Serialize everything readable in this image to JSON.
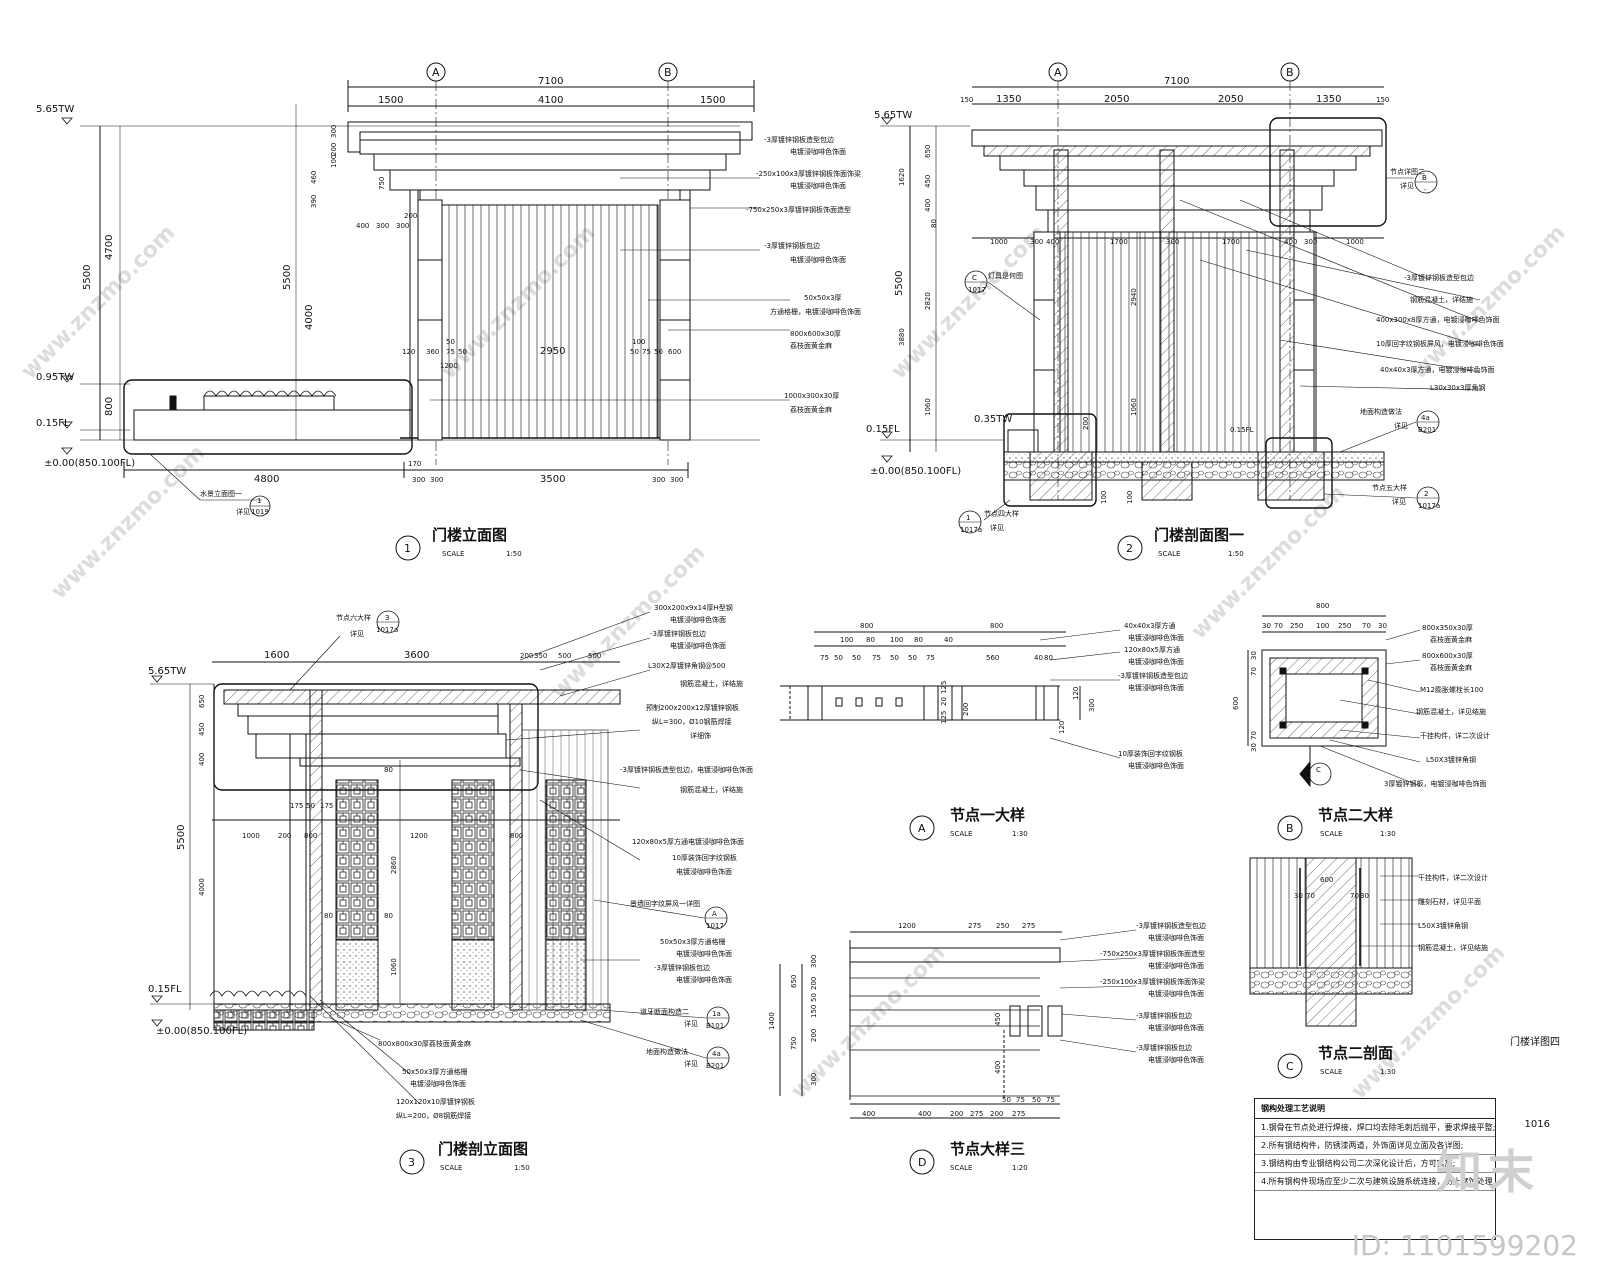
{
  "grid_marks": {
    "a": "A",
    "b": "B"
  },
  "levels": {
    "top": "5.65TW",
    "mid": "0.95TW",
    "fl": "0.15FL",
    "zero": "±0.00(850.100FL)",
    "tw035": "0.35TW"
  },
  "elevation": {
    "title": "门楼立面图",
    "number": "1",
    "scale_label": "SCALE",
    "scale": "1:50",
    "dims_top": [
      "7100",
      "1500",
      "4100",
      "1500"
    ],
    "dims_bottom": [
      "4800",
      "170",
      "300",
      "300",
      "3500",
      "300",
      "300"
    ],
    "dims_left": [
      "5500",
      "4700",
      "800",
      "5500",
      "4000"
    ],
    "dims_mid": [
      "300",
      "200",
      "100",
      "460",
      "390",
      "750",
      "400",
      "300",
      "300",
      "200",
      "120",
      "360",
      "50",
      "75",
      "50",
      "1200",
      "2950",
      "100",
      "50",
      "75",
      "50",
      "600"
    ],
    "callouts": [
      "-3厚镀锌钢板造型包边",
      "电镀浸咖啡色饰面",
      "-250x100x3厚镀锌钢板饰面饰梁",
      "电镀浸咖啡色饰面",
      "-750x250x3厚镀锌钢板饰面造型",
      "-3厚镀锌钢板包边",
      "电镀浸咖啡色饰面",
      "50x50x3厚",
      "方通格栅，电镀浸咖啡色饰面",
      "800x600x30厚",
      "荔枝面黄金麻",
      "1000x300x30厚",
      "荔枝面黄金麻"
    ],
    "refs": [
      {
        "text": "水景立面图一",
        "sub": "详见",
        "num": "1",
        "sheet": "1019"
      }
    ]
  },
  "section1": {
    "title": "门楼剖面图一",
    "number": "2",
    "scale_label": "SCALE",
    "scale": "1:50",
    "dims_top": [
      "7100",
      "150",
      "1350",
      "2050",
      "2050",
      "1350",
      "150"
    ],
    "dims_row2": [
      "1000",
      "300",
      "400",
      "1700",
      "300",
      "1700",
      "400",
      "300",
      "1000"
    ],
    "dims_left": [
      "650",
      "1620",
      "450",
      "400",
      "80",
      "5500",
      "2820",
      "3880",
      "1060",
      "2940",
      "1060",
      "100",
      "200",
      "100"
    ],
    "callouts": [
      "-3厚镀锌钢板造型包边",
      "钢筋混凝土，详结施",
      "400x300x8厚方通，电镀浸咖啡色饰面",
      "10厚回字纹钢板屏风，电镀浸咖啡色饰面",
      "40x40x3厚方通，电镀浸咖啡色饰面",
      "L30x30x3厚角钢",
      "地面构造做法",
      "详见",
      "节点五大样",
      "详见",
      "节点四大样",
      "详见",
      "节点详图二",
      "详见",
      "灯具是何图",
      "0.15FL"
    ],
    "refs": [
      {
        "num": "4a",
        "sheet": "B201"
      },
      {
        "num": "2",
        "sheet": "1017a"
      },
      {
        "num": "1",
        "sheet": "1017a"
      },
      {
        "num": "B",
        "sheet": "-"
      },
      {
        "num": "C",
        "sheet": "1017"
      }
    ]
  },
  "section2": {
    "title": "门楼剖立面图",
    "number": "3",
    "scale_label": "SCALE",
    "scale": "1:50",
    "dims_top": [
      "1600",
      "3600",
      "200",
      "350",
      "500",
      "500"
    ],
    "dims_row2": [
      "175",
      "50",
      "175",
      "1000",
      "200",
      "800",
      "1200",
      "800"
    ],
    "dims_left": [
      "650",
      "450",
      "400",
      "5500",
      "4000",
      "2860",
      "1060",
      "80",
      "80",
      "80"
    ],
    "callouts": [
      "300x200x9x14厚H型钢",
      "电镀浸咖啡色饰面",
      "-3厚镀锌钢板包边",
      "电镀浸咖啡色饰面",
      "L30X2厚镀锌角钢@500",
      "钢筋混凝土，详结施",
      "预制200x200x12厚镀锌钢板",
      "纵L=300，Ø10钢筋焊接",
      "详细饰",
      "-3厚镀锌钢板造型包边，电镀浸咖啡色饰面",
      "钢筋混凝土，详结施",
      "120x80x5厚方通电镀浸咖啡色饰面",
      "10厚装饰回字纹钢板",
      "电镀浸咖啡色饰面",
      "景墙回字纹屏风一详图",
      "50x50x3厚方通格栅",
      "电镀浸咖啡色饰面",
      "-3厚镀锌钢板包边",
      "电镀浸咖啡色饰面",
      "道牙断面构造二",
      "详见",
      "地面构造做法",
      "详见",
      "800x800x30厚荔枝面黄金麻",
      "50x50x3厚方通格栅",
      "电镀浸咖啡色饰面",
      "120x120x10厚镀锌钢板",
      "纵L=200，Ø8钢筋焊接",
      "节点六大样",
      "详见"
    ],
    "refs": [
      {
        "num": "3",
        "sheet": "1017a"
      },
      {
        "num": "A",
        "sheet": "1017"
      },
      {
        "num": "1a",
        "sheet": "B101"
      },
      {
        "num": "4a",
        "sheet": "B201"
      }
    ]
  },
  "detailA": {
    "title": "节点一大样",
    "number": "A",
    "scale_label": "SCALE",
    "scale": "1:30",
    "dims": [
      "800",
      "800",
      "100",
      "80",
      "100",
      "80",
      "40",
      "75",
      "50",
      "50",
      "75",
      "50",
      "50",
      "75",
      "560",
      "40",
      "80",
      "125",
      "20",
      "125",
      "200",
      "300",
      "120",
      "120"
    ],
    "callouts": [
      "40x40x3厚方通",
      "电镀浸咖啡色饰面",
      "120x80x5厚方通",
      "电镀浸咖啡色饰面",
      "-3厚镀锌钢板造型包边",
      "电镀浸咖啡色饰面",
      "10厚装饰回字纹钢板",
      "电镀浸咖啡色饰面"
    ]
  },
  "detailB": {
    "title": "节点二大样",
    "number": "B",
    "scale_label": "SCALE",
    "scale": "1:30",
    "dims": [
      "800",
      "30",
      "70",
      "250",
      "100",
      "250",
      "70",
      "30",
      "600",
      "30",
      "70",
      "70",
      "30"
    ],
    "callouts": [
      "800x350x30厚",
      "荔枝面黄金麻",
      "800x600x30厚",
      "荔枝面黄金麻",
      "M12膨胀螺栓长100",
      "钢筋混凝土，详见结施",
      "干挂构件，详二次设计",
      "L50X3镀锌角钢",
      "3厚镀锌钢板，电镀浸咖啡色饰面"
    ],
    "section_mark": "C"
  },
  "detailC": {
    "title": "节点二剖面",
    "number": "C",
    "scale_label": "SCALE",
    "scale": "1:30",
    "dims": [
      "600",
      "30",
      "70",
      "70",
      "30"
    ],
    "callouts": [
      "干挂构件，详二次设计",
      "雕刻石材，详见平面",
      "L50X3镀锌角钢",
      "钢筋混凝土，详见结施"
    ]
  },
  "detailD": {
    "title": "节点大样三",
    "number": "D",
    "scale_label": "SCALE",
    "scale": "1:20",
    "dims_top": [
      "1200",
      "275",
      "250",
      "275"
    ],
    "dims_bottom": [
      "400",
      "400",
      "200",
      "275",
      "200",
      "275",
      "50",
      "75",
      "50",
      "75"
    ],
    "dims_left": [
      "1400",
      "650",
      "300",
      "200",
      "50",
      "750",
      "150",
      "200",
      "300",
      "450",
      "400"
    ],
    "callouts": [
      "-3厚镀锌钢板造型包边",
      "电镀浸咖啡色饰面",
      "-750x250x3厚镀锌钢板饰面造型",
      "电镀浸咖啡色饰面",
      "-250x100x3厚镀锌钢板饰面饰梁",
      "电镀浸咖啡色饰面",
      "-3厚镀锌钢板包边",
      "电镀浸咖啡色饰面",
      "-3厚镀锌钢板包边",
      "电镀浸咖啡色饰面"
    ]
  },
  "notes": {
    "title": "钢构处理工艺说明",
    "lines": [
      "1.钢骨在节点处进行焊接，焊口均去除毛刺后抛平，要求焊接平整;",
      "2.所有钢结构件，防锈漆两道，外饰面详见立面及各详图;",
      "3.钢结构由专业钢结构公司二次深化设计后，方可实施;",
      "4.所有钢构件现场应至少二次与建筑设施系统连接，防止腐蚀处理."
    ]
  },
  "sheet": {
    "name": "门楼详图四",
    "number": "1016"
  },
  "watermark": {
    "text": "www.znzmo.com",
    "brand": "知末",
    "image_id": "ID: 1101599202"
  }
}
